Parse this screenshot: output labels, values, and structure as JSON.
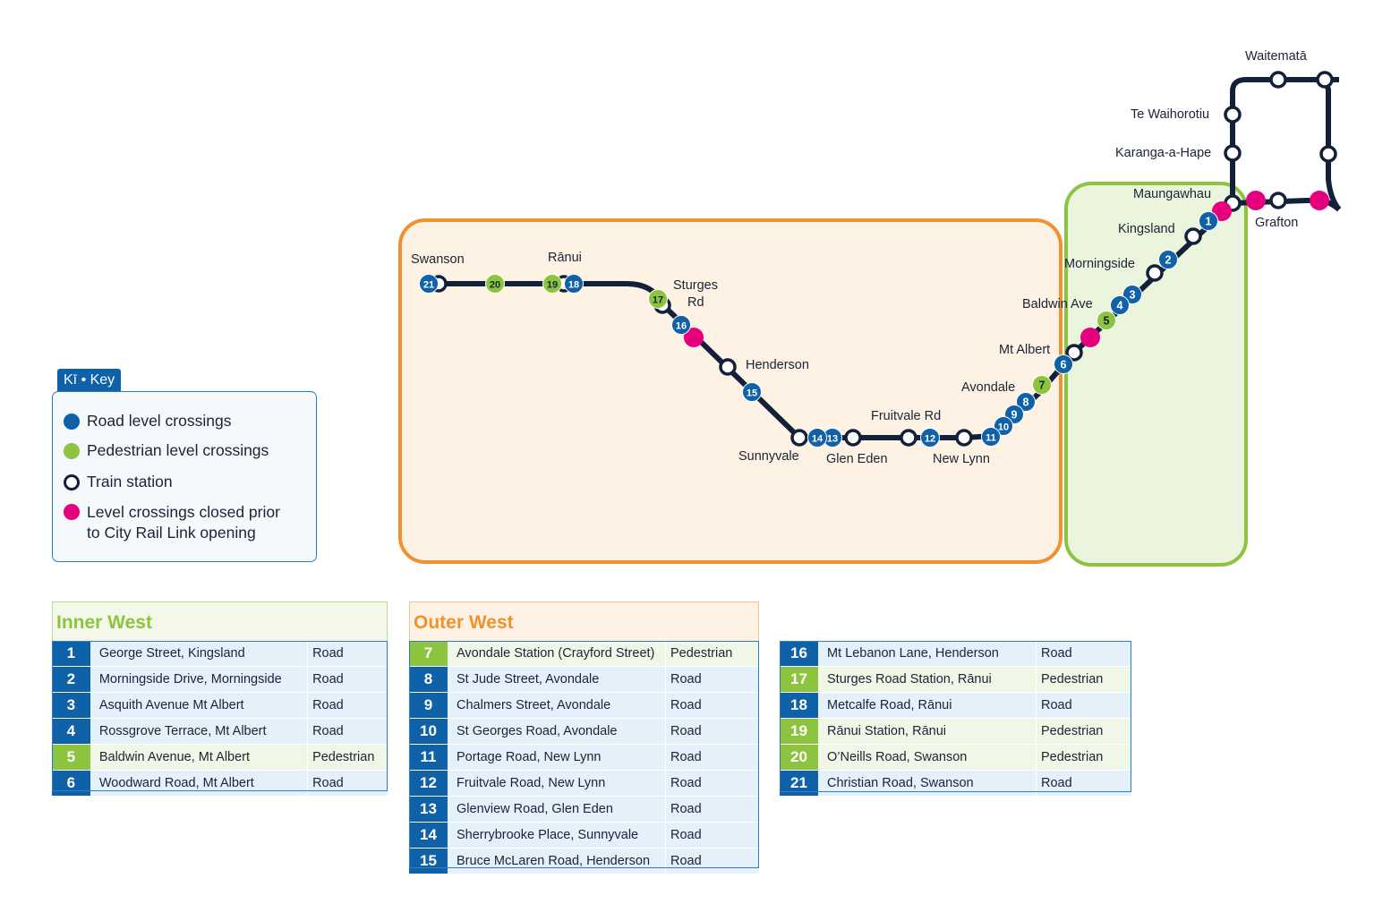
{
  "colors": {
    "line": "#13203a",
    "road": "#0f62a8",
    "pedestrian": "#8cc43f",
    "closed": "#e5007e",
    "outer_west": "#f0922f",
    "inner_west": "#8cc43f"
  },
  "stations": {
    "swanson": "Swanson",
    "ranui": "Rānui",
    "sturges": "Sturges",
    "sturges_rd": "Rd",
    "henderson": "Henderson",
    "sunnyvale": "Sunnyvale",
    "glen_eden": "Glen Eden",
    "fruitvale": "Fruitvale Rd",
    "new_lynn": "New Lynn",
    "avondale": "Avondale",
    "mt_albert": "Mt Albert",
    "baldwin": "Baldwin Ave",
    "morningside": "Morningside",
    "kingsland": "Kingsland",
    "maungawhau": "Maungawhau",
    "grafton": "Grafton",
    "karangahape": "Karanga-a-Hape",
    "te_waihorotiu": "Te Waihorotiu",
    "waitemata": "Waitematā"
  },
  "key": {
    "tab": "Kī • Key",
    "road": "Road level crossings",
    "pedestrian": "Pedestrian level crossings",
    "station": "Train station",
    "closed_1": "Level crossings closed prior",
    "closed_2": "to City Rail Link opening"
  },
  "inner_west": {
    "title": "Inner West",
    "rows": [
      {
        "num": "1",
        "name": "George Street, Kingsland",
        "type": "Road"
      },
      {
        "num": "2",
        "name": "Morningside Drive, Morningside",
        "type": "Road"
      },
      {
        "num": "3",
        "name": "Asquith Avenue Mt Albert",
        "type": "Road"
      },
      {
        "num": "4",
        "name": "Rossgrove Terrace, Mt Albert",
        "type": "Road"
      },
      {
        "num": "5",
        "name": "Baldwin Avenue, Mt Albert",
        "type": "Pedestrian"
      },
      {
        "num": "6",
        "name": "Woodward Road, Mt Albert",
        "type": "Road"
      }
    ]
  },
  "outer_west": {
    "title": "Outer West",
    "rows": [
      {
        "num": "7",
        "name": "Avondale Station (Crayford Street)",
        "type": "Pedestrian"
      },
      {
        "num": "8",
        "name": "St Jude Street, Avondale",
        "type": "Road"
      },
      {
        "num": "9",
        "name": "Chalmers Street, Avondale",
        "type": "Road"
      },
      {
        "num": "10",
        "name": "St Georges Road, Avondale",
        "type": "Road"
      },
      {
        "num": "11",
        "name": "Portage Road, New Lynn",
        "type": "Road"
      },
      {
        "num": "12",
        "name": "Fruitvale Road, New Lynn",
        "type": "Road"
      },
      {
        "num": "13",
        "name": "Glenview Road, Glen Eden",
        "type": "Road"
      },
      {
        "num": "14",
        "name": "Sherrybrooke Place, Sunnyvale",
        "type": "Road"
      },
      {
        "num": "15",
        "name": "Bruce McLaren Road, Henderson",
        "type": "Road"
      }
    ]
  },
  "outer_west_2": {
    "rows": [
      {
        "num": "16",
        "name": "Mt Lebanon Lane, Henderson",
        "type": "Road"
      },
      {
        "num": "17",
        "name": "Sturges Road Station, Rānui",
        "type": "Pedestrian"
      },
      {
        "num": "18",
        "name": "Metcalfe Road, Rānui",
        "type": "Road"
      },
      {
        "num": "19",
        "name": "Rānui Station, Rānui",
        "type": "Pedestrian"
      },
      {
        "num": "20",
        "name": "O’Neills Road, Swanson",
        "type": "Pedestrian"
      },
      {
        "num": "21",
        "name": "Christian Road, Swanson",
        "type": "Road"
      }
    ]
  },
  "crossings": [
    {
      "num": "1",
      "kind": "road"
    },
    {
      "num": "2",
      "kind": "road"
    },
    {
      "num": "3",
      "kind": "road"
    },
    {
      "num": "4",
      "kind": "road"
    },
    {
      "num": "5",
      "kind": "pedestrian"
    },
    {
      "num": "6",
      "kind": "road"
    },
    {
      "num": "7",
      "kind": "pedestrian"
    },
    {
      "num": "8",
      "kind": "road"
    },
    {
      "num": "9",
      "kind": "road"
    },
    {
      "num": "10",
      "kind": "road"
    },
    {
      "num": "11",
      "kind": "road"
    },
    {
      "num": "12",
      "kind": "road"
    },
    {
      "num": "13",
      "kind": "road"
    },
    {
      "num": "14",
      "kind": "road"
    },
    {
      "num": "15",
      "kind": "road"
    },
    {
      "num": "16",
      "kind": "road"
    },
    {
      "num": "17",
      "kind": "pedestrian"
    },
    {
      "num": "18",
      "kind": "road"
    },
    {
      "num": "19",
      "kind": "pedestrian"
    },
    {
      "num": "20",
      "kind": "pedestrian"
    },
    {
      "num": "21",
      "kind": "road"
    }
  ]
}
